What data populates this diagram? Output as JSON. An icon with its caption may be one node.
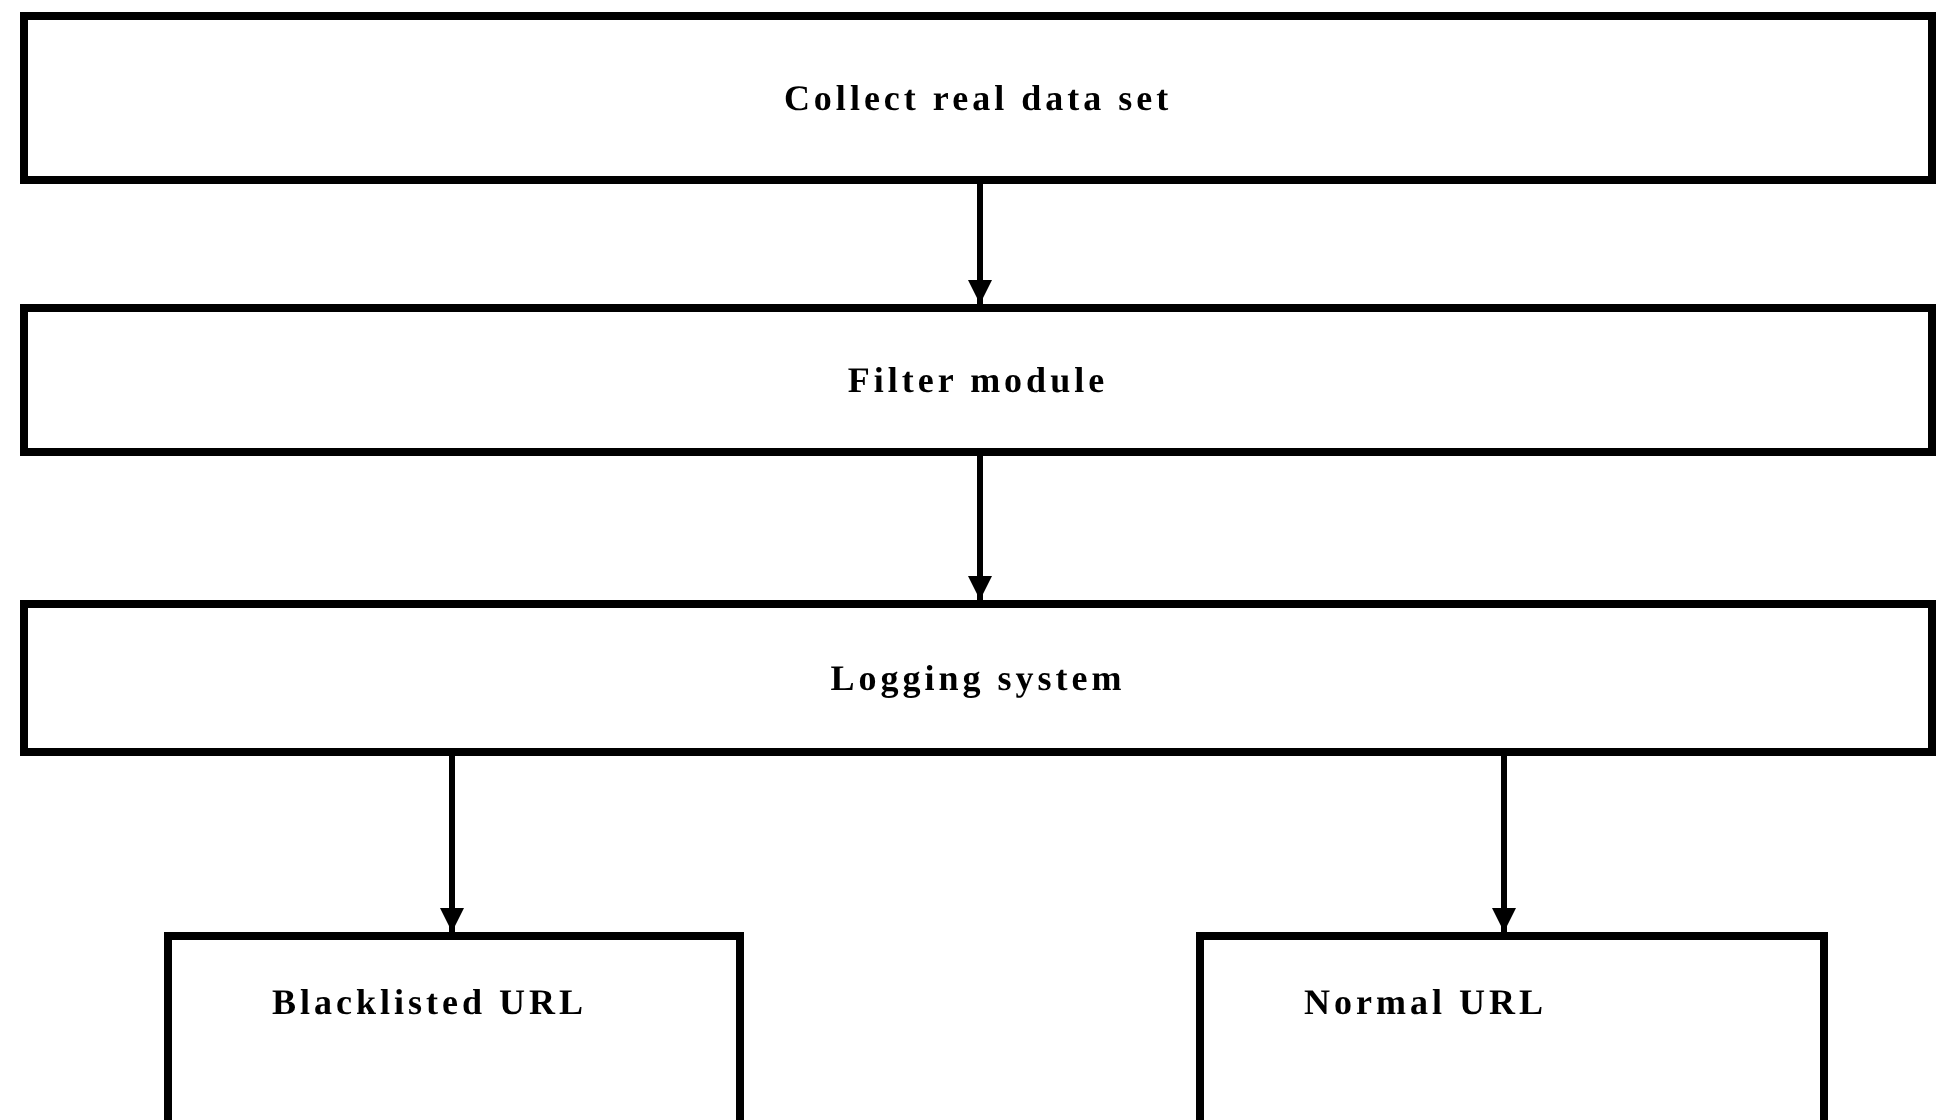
{
  "diagram": {
    "nodes": [
      {
        "text": [
          "Collect real data set"
        ]
      },
      {
        "text": [
          "Filter module"
        ]
      },
      {
        "text": [
          "Logging system"
        ]
      },
      {
        "text": [
          "Blacklisted URL"
        ]
      },
      {
        "text": [
          "Normal URL"
        ]
      }
    ],
    "edges": [
      {
        "from": 0,
        "to": 1,
        "arrow": "to"
      },
      {
        "from": 1,
        "to": 2,
        "arrow": "to"
      },
      {
        "from": 2,
        "to": 3,
        "arrow": "to"
      },
      {
        "from": 2,
        "to": 4,
        "arrow": "to"
      }
    ]
  }
}
